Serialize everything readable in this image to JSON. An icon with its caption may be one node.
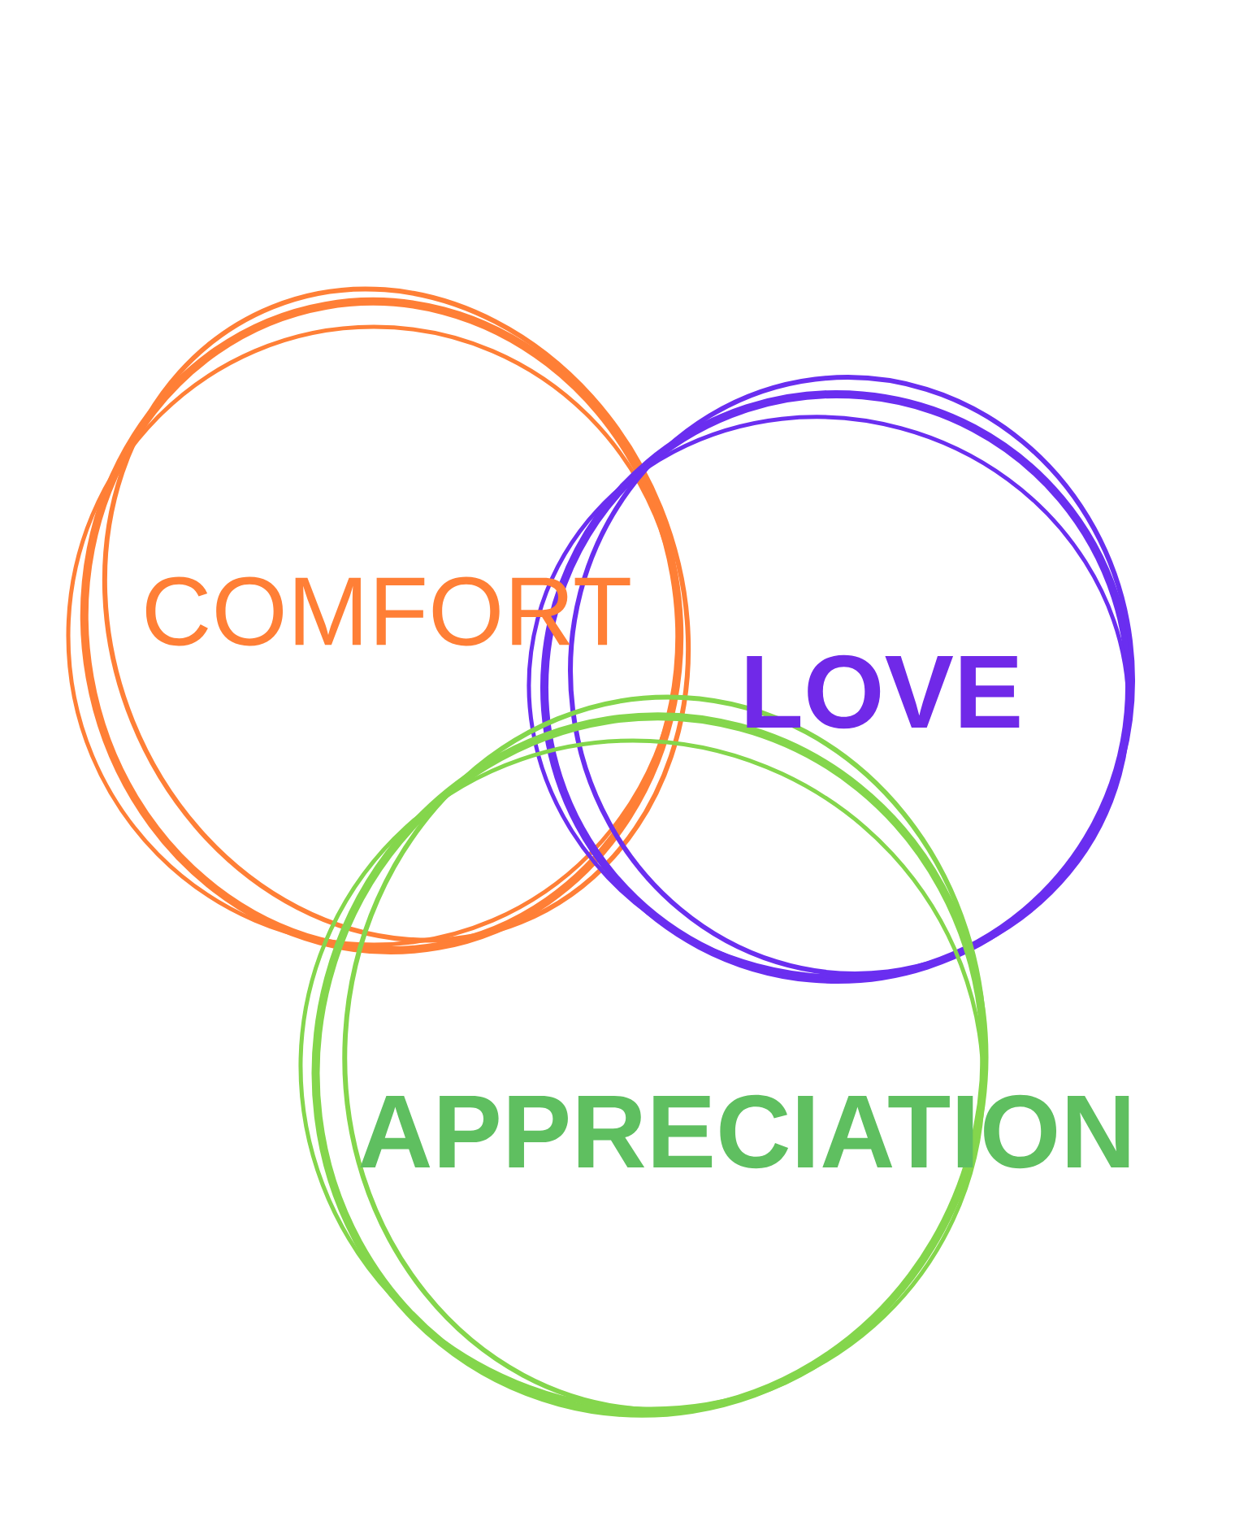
{
  "diagram": {
    "nodes": [
      {
        "text": [
          "COMFORT"
        ]
      },
      {
        "text": [
          "LOVE"
        ]
      },
      {
        "text": [
          "APPRECIATION"
        ]
      }
    ]
  }
}
